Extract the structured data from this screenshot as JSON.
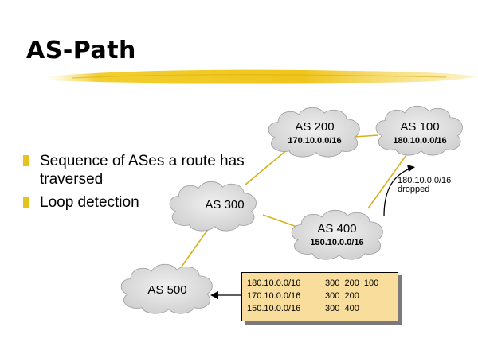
{
  "title": "AS-Path",
  "bullets": [
    "Sequence of ASes a route has traversed",
    "Loop detection"
  ],
  "nodes": {
    "as200": {
      "label": "AS 200",
      "prefix": "170.10.0.0/16"
    },
    "as100": {
      "label": "AS 100",
      "prefix": "180.10.0.0/16"
    },
    "as300": {
      "label": "AS 300"
    },
    "as400": {
      "label": "AS 400",
      "prefix": "150.10.0.0/16"
    },
    "as500": {
      "label": "AS 500"
    }
  },
  "dropped_note": {
    "prefix": "180.10.0.0/16",
    "status": "dropped"
  },
  "route_table": {
    "rows": [
      {
        "prefix": "180.10.0.0/16",
        "path": "300  200  100"
      },
      {
        "prefix": "170.10.0.0/16",
        "path": "300  200"
      },
      {
        "prefix": "150.10.0.0/16",
        "path": "300  400"
      }
    ]
  },
  "colors": {
    "accent": "#e8c21c",
    "cloud_fill": "#dcdcdc",
    "link": "#e8c21c",
    "table_fill": "#f8dd9c"
  }
}
